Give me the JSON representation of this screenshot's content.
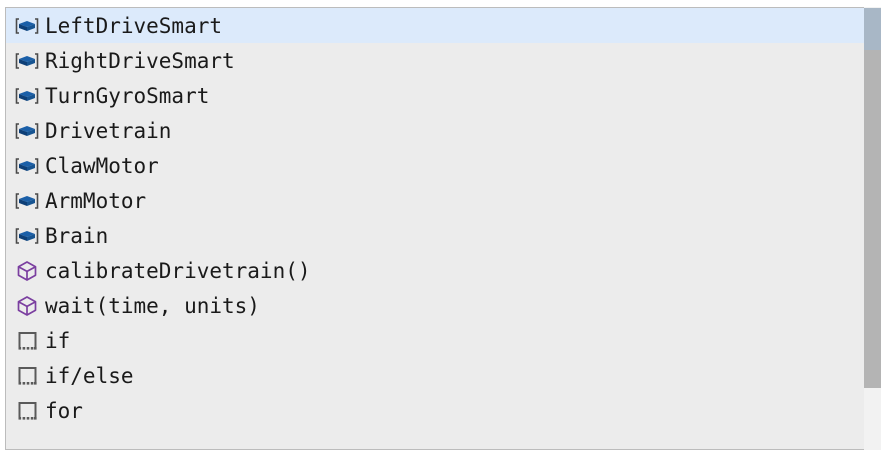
{
  "panel": {
    "name": "autocomplete-suggestion-popup",
    "background_color": "#ececec",
    "border_color": "#bcbcbc",
    "selection_color": "#dceafb",
    "text_color": "#1a1a1a"
  },
  "icons": {
    "device": {
      "name": "device-block-icon",
      "color": "#1a5fa8",
      "bracket_color": "#4a4a4a"
    },
    "function": {
      "name": "function-cube-icon",
      "color": "#7b3fa0"
    },
    "control": {
      "name": "control-block-icon",
      "color": "#5a5a5a"
    }
  },
  "scrollbar": {
    "name": "vertical-scrollbar",
    "track_color": "#f2f2f2",
    "thumb_color": "#b4b4b4",
    "thumb_tint_color": "#a8b7c6"
  },
  "suggestions": [
    {
      "label": "LeftDriveSmart",
      "icon": "device",
      "selected": true
    },
    {
      "label": "RightDriveSmart",
      "icon": "device",
      "selected": false
    },
    {
      "label": "TurnGyroSmart",
      "icon": "device",
      "selected": false
    },
    {
      "label": "Drivetrain",
      "icon": "device",
      "selected": false
    },
    {
      "label": "ClawMotor",
      "icon": "device",
      "selected": false
    },
    {
      "label": "ArmMotor",
      "icon": "device",
      "selected": false
    },
    {
      "label": "Brain",
      "icon": "device",
      "selected": false
    },
    {
      "label": "calibrateDrivetrain()",
      "icon": "function",
      "selected": false
    },
    {
      "label": "wait(time, units)",
      "icon": "function",
      "selected": false
    },
    {
      "label": "if",
      "icon": "control",
      "selected": false
    },
    {
      "label": "if/else",
      "icon": "control",
      "selected": false
    },
    {
      "label": "for",
      "icon": "control",
      "selected": false
    }
  ]
}
